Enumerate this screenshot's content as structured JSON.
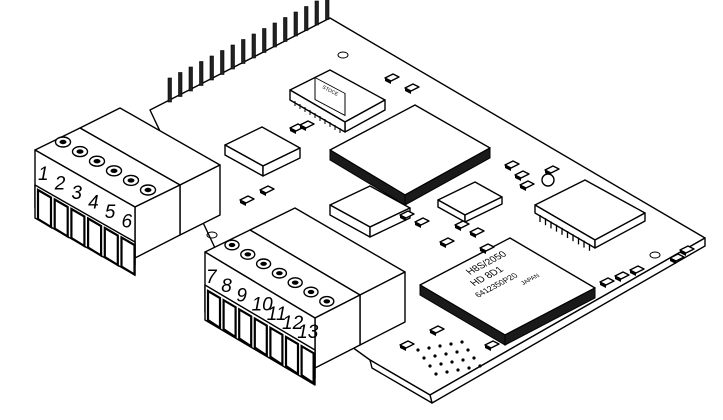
{
  "connector_left": {
    "pins": [
      "1",
      "2",
      "3",
      "4",
      "5",
      "6"
    ]
  },
  "connector_right": {
    "pins": [
      "7",
      "8",
      "9",
      "10",
      "11",
      "12",
      "13"
    ]
  },
  "main_chip": {
    "line1": "H8S/2050",
    "line2": "HD 8D1",
    "line3": "6412350P20",
    "line4": "JAPAN"
  },
  "small_chip": {
    "label": "STOCE"
  }
}
